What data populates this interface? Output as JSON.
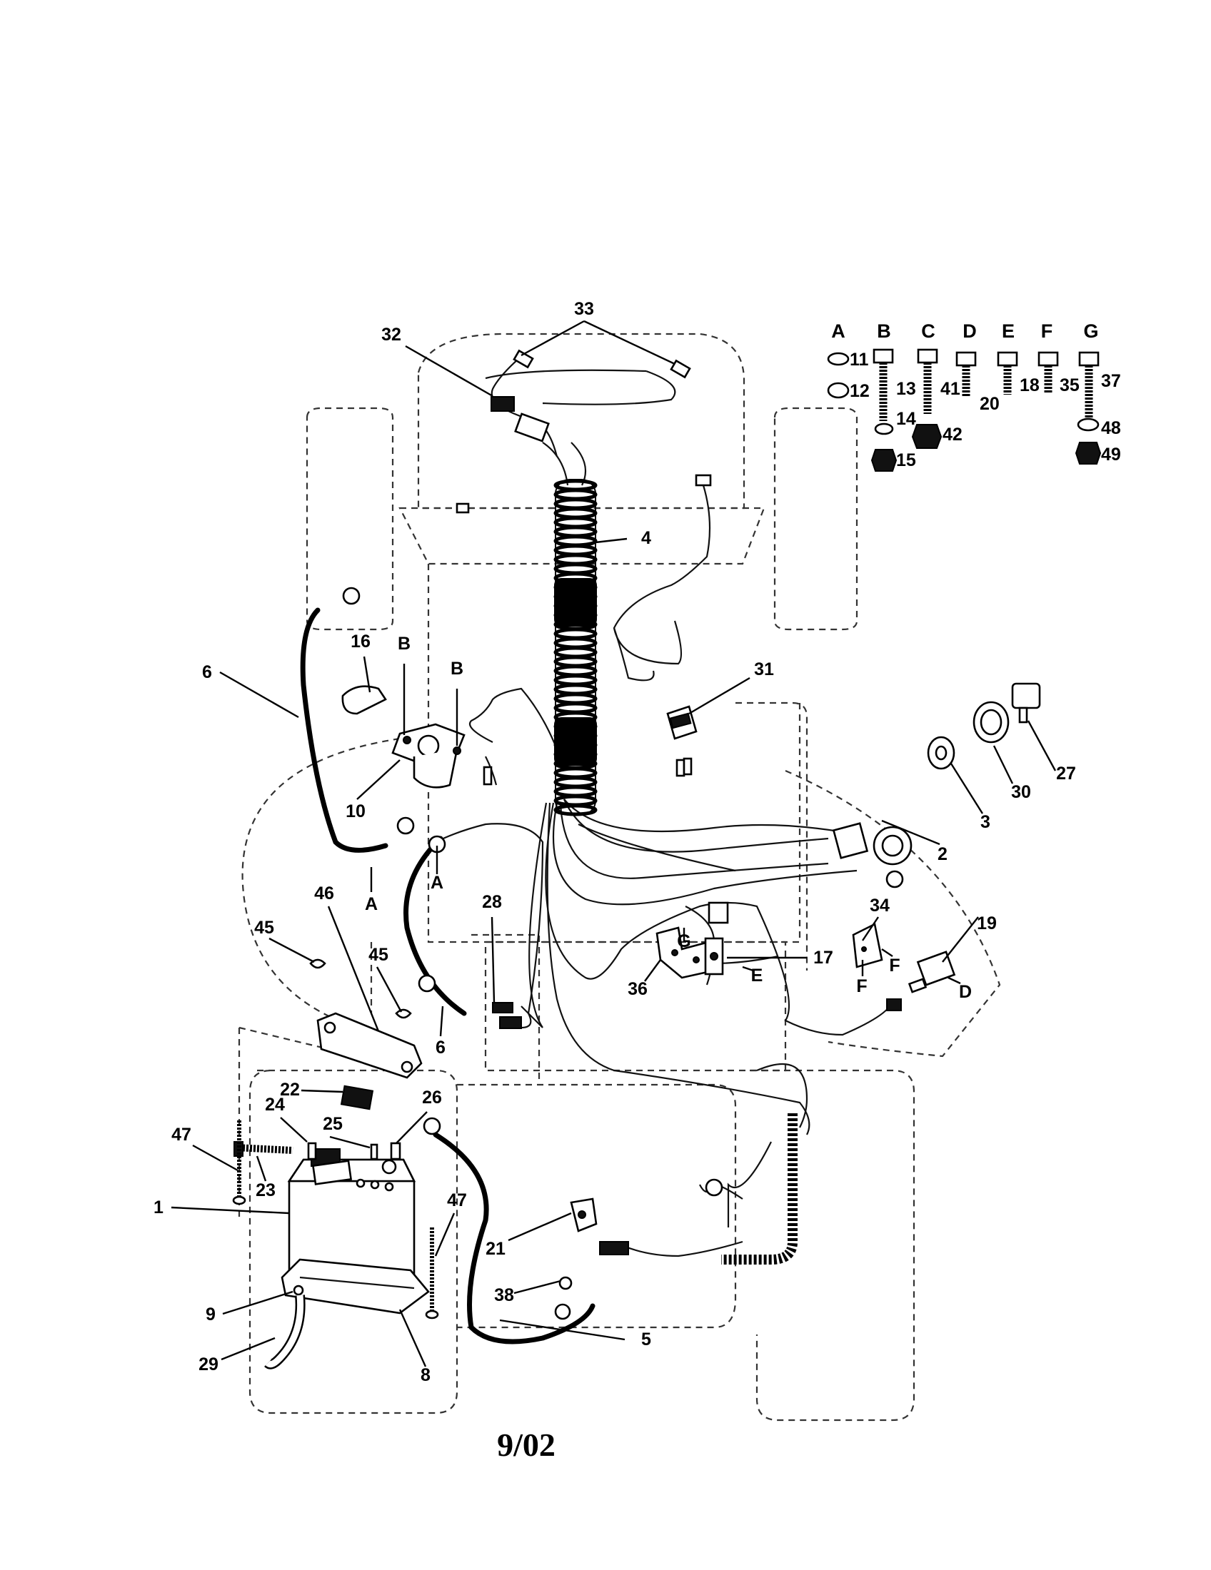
{
  "legend": {
    "columns": [
      "A",
      "B",
      "C",
      "D",
      "E",
      "F",
      "G"
    ],
    "hardware_numbers": [
      "11",
      "12",
      "13",
      "14",
      "15",
      "41",
      "42",
      "20",
      "18",
      "35",
      "37",
      "48",
      "49"
    ]
  },
  "callouts": [
    "1",
    "2",
    "3",
    "4",
    "5",
    "6",
    "6",
    "8",
    "9",
    "10",
    "16",
    "17",
    "19",
    "21",
    "22",
    "23",
    "24",
    "25",
    "26",
    "27",
    "28",
    "29",
    "30",
    "31",
    "32",
    "33",
    "34",
    "36",
    "38",
    "45",
    "45",
    "46",
    "47",
    "47"
  ],
  "connection_letters": [
    "A",
    "A",
    "B",
    "B",
    "D",
    "E",
    "F",
    "F",
    "G"
  ],
  "footer": {
    "date": "9/02"
  }
}
